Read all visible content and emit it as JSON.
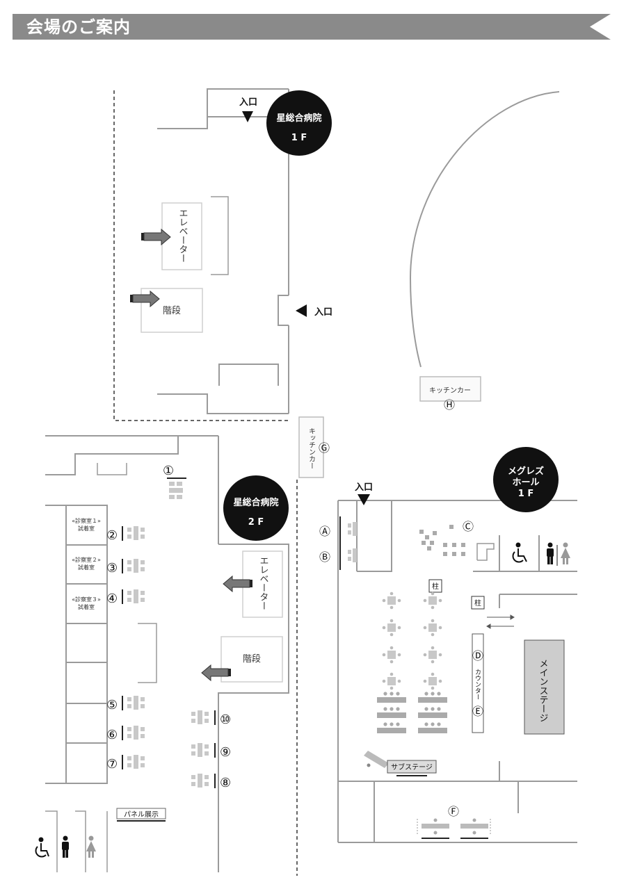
{
  "header": {
    "title": "会場のご案内"
  },
  "building_top": {
    "badge": {
      "name": "星総合病院",
      "floor": "1 F"
    },
    "entrance_top": "入口",
    "entrance_side": "入口",
    "elevator": "エレベーター",
    "stairs": "階段"
  },
  "building_left": {
    "badge": {
      "name": "星総合病院",
      "floor": "2 F"
    },
    "rooms": [
      {
        "line1": "«診察室１»",
        "line2": "試着室"
      },
      {
        "line1": "«診察室２»",
        "line2": "試着室"
      },
      {
        "line1": "«診察室３»",
        "line2": "試着室"
      }
    ],
    "elevator": "エレベーター",
    "stairs": "階段",
    "panel": "パネル展示",
    "booths": [
      "①",
      "②",
      "③",
      "④",
      "⑤",
      "⑥",
      "⑦",
      "⑧",
      "⑨",
      "⑩"
    ]
  },
  "kitchen_g": {
    "label": "キッチンカー",
    "mark": "Ⓖ"
  },
  "kitchen_h": {
    "label": "キッチンカー",
    "mark": "Ⓗ"
  },
  "hall": {
    "badge": {
      "line1": "メグレズ",
      "line2": "ホール",
      "floor": "1 F"
    },
    "entrance": "入口",
    "marks": {
      "A": "Ⓐ",
      "B": "Ⓑ",
      "C": "Ⓒ",
      "D": "Ⓓ",
      "E": "Ⓔ",
      "F": "Ⓕ"
    },
    "pillar": "柱",
    "counter": "カウンター",
    "main_stage": "メインステージ",
    "sub_stage": "サブステージ"
  },
  "icons": [
    "wheelchair-icon",
    "male-restroom-icon",
    "female-restroom-icon",
    "arrow-right-icon",
    "arrow-left-icon",
    "entrance-triangle-icon"
  ]
}
